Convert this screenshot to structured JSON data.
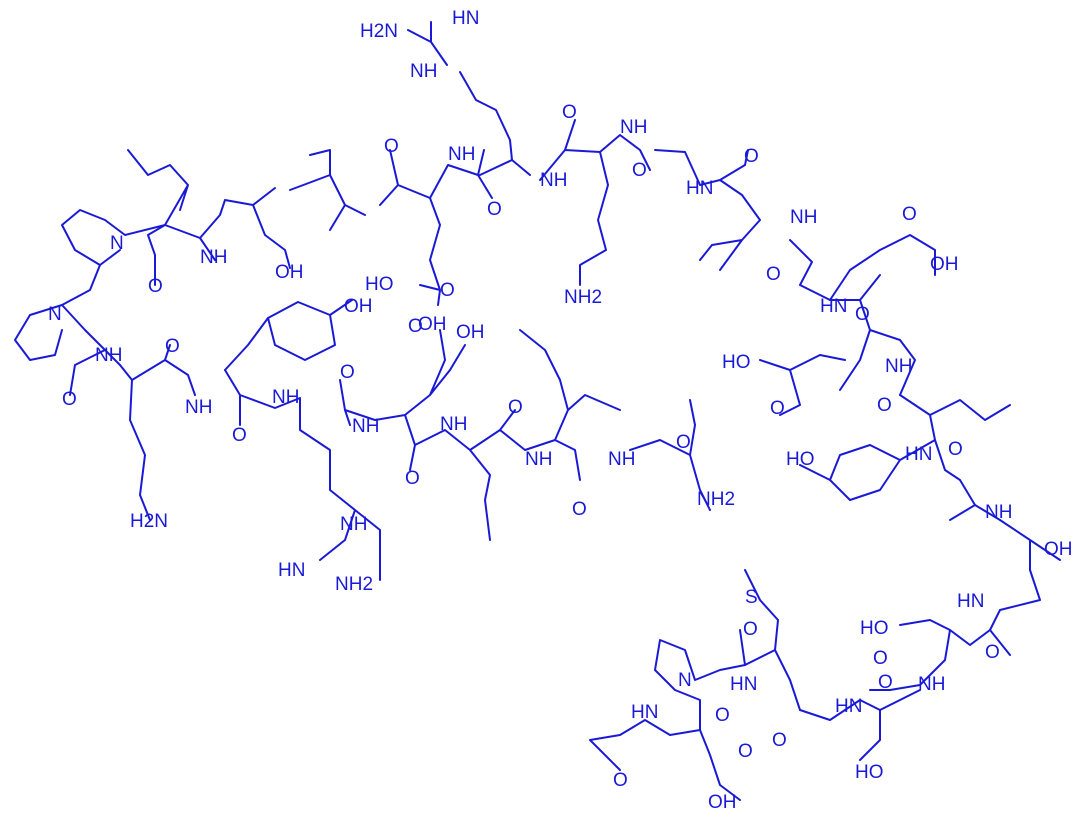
{
  "color": "#1a1ad6",
  "labels": {
    "guan1_nh": "NH",
    "guan1_h2n": "H2N",
    "guan1_hn": "HN",
    "nh_a": "NH",
    "nh_b": "NH",
    "nh_c": "NH",
    "o_top1": "O",
    "o_top2": "O",
    "o_top3": "O",
    "o_top4": "O",
    "o_top5": "O",
    "hn_gly": "HN",
    "nh_leu": "NH",
    "nh_ile": "NH",
    "n_pro1": "N",
    "oh_thr": "OH",
    "o_pro1": "O",
    "n_pro2": "N",
    "o_pro2": "O",
    "nh_lys1": "NH",
    "o_lys1": "O",
    "nh2_lys2": "NH2",
    "cooh_glu1_o": "O",
    "cooh_glu1_oh": "OH",
    "glu1_ho": "HO",
    "tyr_oh": "OH",
    "nh_tyr": "NH",
    "o_tyr": "O",
    "nh_arg2": "NH",
    "o_arg2": "O",
    "hn_arg2": "HN",
    "nh2_arg2": "NH2",
    "nh_guan2": "NH",
    "h2n_lys1": "H2N",
    "oh_glu2": "OH",
    "o_glu2a": "O",
    "nh_glu2": "NH",
    "o_glu2b": "O",
    "nh_leu1": "NH",
    "o_leu1": "O",
    "nh_leu2": "NH",
    "o_leu2": "O",
    "nh_ala": "NH",
    "nh2_ala": "NH2",
    "o_ala": "O",
    "glu3_o": "O",
    "glu3_oh": "OH",
    "hn_glu3": "HN",
    "o_glu3": "O",
    "glu4_ho": "HO",
    "glu4_o": "O",
    "nh_glu4": "NH",
    "o_glu4": "O",
    "hn_ile2": "HN",
    "o_ile2": "O",
    "tyr2_ho": "HO",
    "nh_tyr2": "NH",
    "o_tyr2": "O",
    "oh_thr2": "OH",
    "hn_thr2": "HN",
    "o_thr2": "O",
    "ho_ser1": "HO",
    "o_ser1": "O",
    "nh_ser1": "NH",
    "s_met": "S",
    "o_met_pro": "O",
    "hn_met": "HN",
    "o_met": "O",
    "n_pro3": "N",
    "o_pro3": "O",
    "hn_asp": "HN",
    "o_ac": "O",
    "asp_o": "O",
    "asp_oh": "OH",
    "hn_ser2": "HN",
    "o_ser2": "O",
    "ho_ser2": "HO"
  }
}
